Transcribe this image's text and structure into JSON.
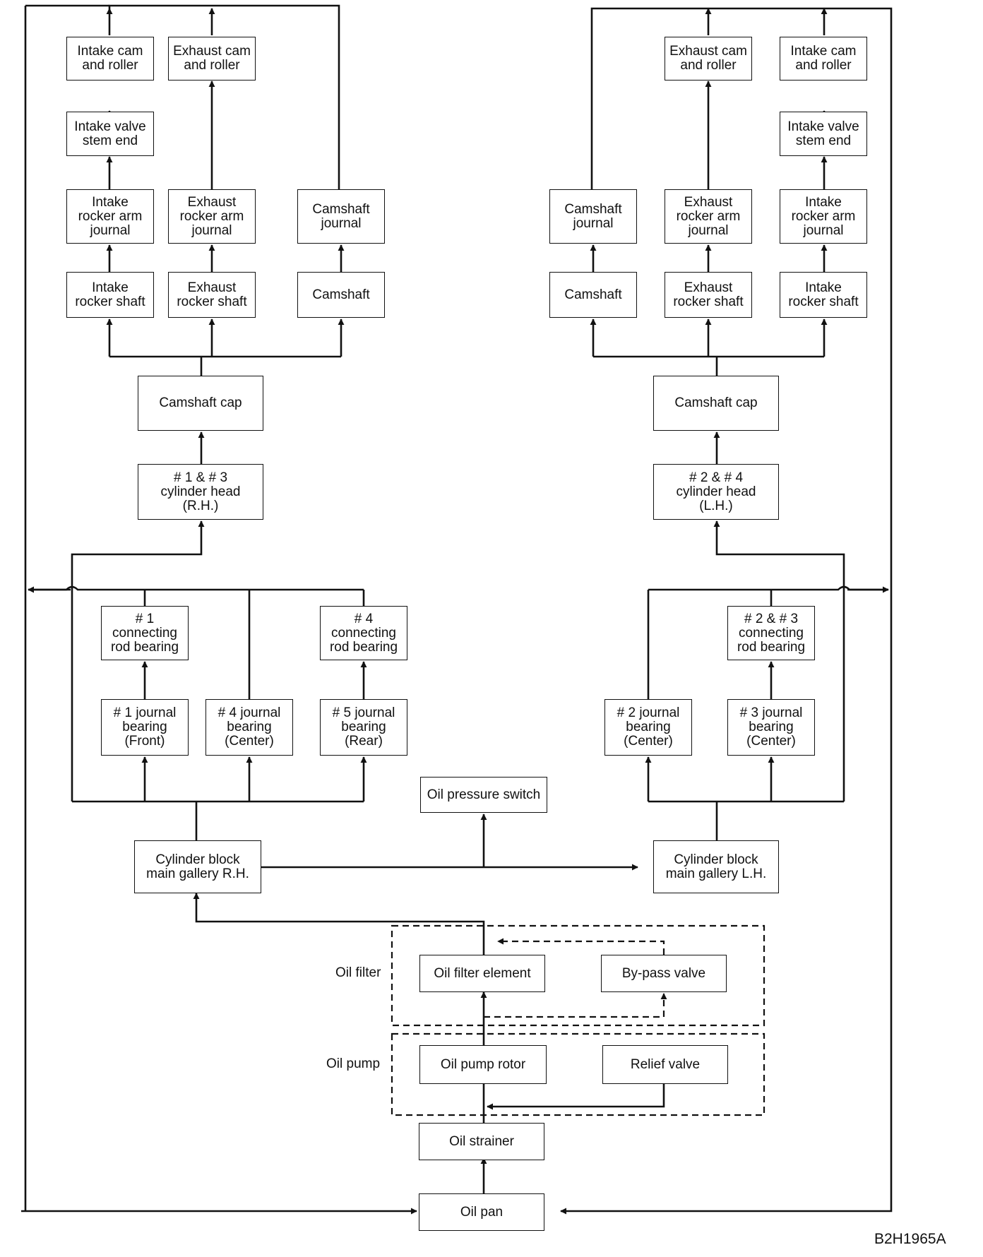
{
  "boxes": {
    "rh_intake_cam": "Intake cam\nand roller",
    "rh_exhaust_cam": "Exhaust cam\nand roller",
    "rh_intake_valve": "Intake valve\nstem end",
    "rh_intake_rocker_journal": "Intake\nrocker arm\njournal",
    "rh_exhaust_rocker_journal": "Exhaust\nrocker arm\njournal",
    "rh_camshaft_journal": "Camshaft\njournal",
    "rh_intake_rocker_shaft": "Intake\nrocker shaft",
    "rh_exhaust_rocker_shaft": "Exhaust\nrocker shaft",
    "rh_camshaft": "Camshaft",
    "rh_camshaft_cap": "Camshaft cap",
    "rh_cylinder_head": "# 1 & # 3\ncylinder head\n(R.H.)",
    "lh_exhaust_cam": "Exhaust cam\nand roller",
    "lh_intake_cam": "Intake cam\nand roller",
    "lh_intake_valve": "Intake valve\nstem end",
    "lh_camshaft_journal": "Camshaft\njournal",
    "lh_exhaust_rocker_journal": "Exhaust\nrocker arm\njournal",
    "lh_intake_rocker_journal": "Intake\nrocker arm\njournal",
    "lh_camshaft": "Camshaft",
    "lh_exhaust_rocker_shaft": "Exhaust\nrocker shaft",
    "lh_intake_rocker_shaft": "Intake\nrocker shaft",
    "lh_camshaft_cap": "Camshaft cap",
    "lh_cylinder_head": "# 2 & # 4\ncylinder head\n(L.H.)",
    "conrod_1": "# 1\nconnecting\nrod bearing",
    "conrod_4": "# 4\nconnecting\nrod bearing",
    "conrod_23": "# 2 & # 3\nconnecting\nrod bearing",
    "journal_1": "# 1 journal\nbearing\n(Front)",
    "journal_4": "# 4 journal\nbearing\n(Center)",
    "journal_5": "# 5 journal\nbearing\n(Rear)",
    "journal_2": "# 2 journal\nbearing\n(Center)",
    "journal_3": "# 3 journal\nbearing\n(Center)",
    "oil_pressure_switch": "Oil pressure switch",
    "gallery_rh": "Cylinder block\nmain gallery R.H.",
    "gallery_lh": "Cylinder block\nmain gallery L.H.",
    "oil_filter_element": "Oil filter element",
    "bypass_valve": "By-pass valve",
    "oil_pump_rotor": "Oil pump rotor",
    "relief_valve": "Relief valve",
    "oil_strainer": "Oil strainer",
    "oil_pan": "Oil pan"
  },
  "groups": {
    "oil_filter": "Oil filter",
    "oil_pump": "Oil pump"
  },
  "figure_code": "B2H1965A"
}
